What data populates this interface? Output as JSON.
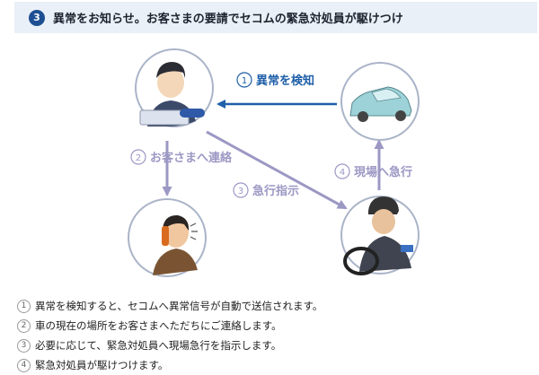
{
  "header": {
    "step_number": "3",
    "title": "異常をお知らせ。お客さまの要請でセコムの緊急対処員が駆けつけ"
  },
  "flow": {
    "detect": {
      "num": "1",
      "label": "異常を検知"
    },
    "contact": {
      "num": "2",
      "label": "お客さまへ連絡"
    },
    "dispatch": {
      "num": "3",
      "label": "急行指示"
    },
    "rush": {
      "num": "4",
      "label": "現場へ急行"
    }
  },
  "steps": [
    {
      "num": "1",
      "text": "異常を検知すると、セコムへ異常信号が自動で送信されます。"
    },
    {
      "num": "2",
      "text": "車の現在の場所をお客さまへただちにご連絡します。"
    },
    {
      "num": "3",
      "text": "必要に応じて、緊急対処員へ現場急行を指示します。"
    },
    {
      "num": "4",
      "text": "緊急対処員が駆けつけます。"
    }
  ],
  "colors": {
    "header_bg": "#eaf0f7",
    "badge": "#1e4f93",
    "blue_arrow": "#1f5fa8",
    "gray_arrow": "#9c98c4",
    "circle": "#aab4c8"
  }
}
